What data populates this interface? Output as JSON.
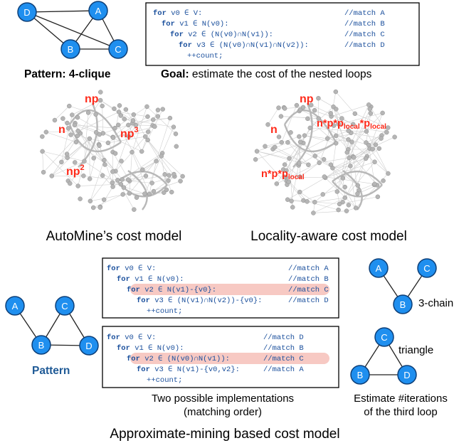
{
  "top": {
    "pattern_nodes": [
      "D",
      "A",
      "B",
      "C"
    ],
    "pattern_label": "Pattern: 4-clique",
    "goal_bold": "Goal:",
    "goal_text": " estimate the cost of the nested loops",
    "code": [
      {
        "kw": "for",
        "text": " v0 ∈ V:",
        "comment": "//match A"
      },
      {
        "kw": "for",
        "text": " v1 ∈ N(v0):",
        "comment": "//match B"
      },
      {
        "kw": "for",
        "text": " v2 ∈ (N(v0)∩N(v1)):",
        "comment": "//match C"
      },
      {
        "kw": "for",
        "text": " v3 ∈ (N(v0)∩N(v1)∩N(v2)):",
        "comment": "//match D"
      },
      {
        "kw": "",
        "text": "++count;",
        "comment": ""
      }
    ]
  },
  "automine": {
    "labels": [
      "np",
      "n",
      "np",
      "3",
      "np",
      "2"
    ],
    "caption": "AutoMine’s cost model"
  },
  "locality": {
    "label_np": "np",
    "label_n": "n",
    "label_top": "n*p*p",
    "sub_local": "local",
    "label_top_mid": "*p",
    "label_bottom": "n*p*p",
    "caption": "Locality-aware cost model"
  },
  "bottom": {
    "pattern_nodes": [
      "A",
      "C",
      "B",
      "D"
    ],
    "pattern_label": "Pattern",
    "code1": [
      {
        "kw": "for",
        "text": " v0 ∈ V:",
        "comment": "//match A"
      },
      {
        "kw": "for",
        "text": " v1 ∈ N(v0):",
        "comment": "//match B"
      },
      {
        "kw": "for",
        "text": " v2 ∈ N(v1)-{v0}:",
        "comment": "//match C"
      },
      {
        "kw": "for",
        "text": " v3 ∈ (N(v1)∩N(v2))-{v0}:",
        "comment": "//match D"
      },
      {
        "kw": "",
        "text": "++count;",
        "comment": ""
      }
    ],
    "code2": [
      {
        "kw": "for",
        "text": " v0 ∈ V:",
        "comment": "//match D"
      },
      {
        "kw": "for",
        "text": " v1 ∈ N(v0):",
        "comment": "//match B"
      },
      {
        "kw": "for",
        "text": " v2 ∈ (N(v0)∩N(v1)):",
        "comment": "//match C"
      },
      {
        "kw": "for",
        "text": " v3 ∈ N(v1)-{v0,v2}:",
        "comment": "//match A"
      },
      {
        "kw": "",
        "text": "++count;",
        "comment": ""
      }
    ],
    "chain_nodes": [
      "A",
      "C",
      "B"
    ],
    "chain_label": "3-chain",
    "triangle_nodes": [
      "C",
      "B",
      "D"
    ],
    "triangle_label": "triangle",
    "impl_line1": "Two possible implementations",
    "impl_line2": "(matching order)",
    "estimate_line1": "Estimate  #iterations",
    "estimate_line2": "of the third loop",
    "footer": "Approximate-mining based cost model"
  },
  "colors": {
    "node_fill": "#1f8fef",
    "code": "#1a4f9c",
    "red": "#ff2a1a",
    "highlight": "#f7c9c3",
    "pattern_label": "#1f5a96"
  }
}
